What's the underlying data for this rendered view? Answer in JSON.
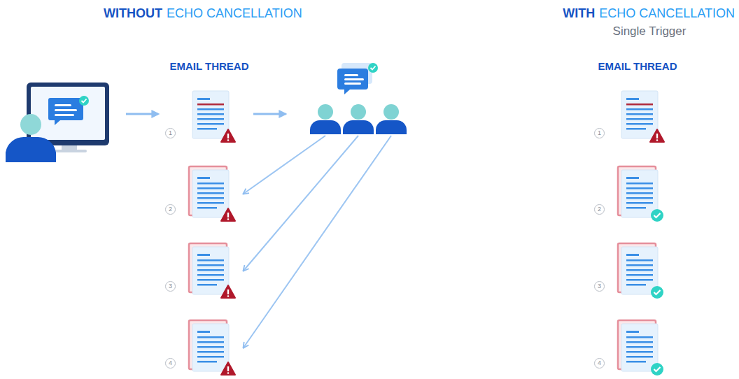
{
  "diagram": {
    "nodes": [
      {
        "text": [
          "1"
        ]
      },
      {
        "text": [
          "2"
        ]
      },
      {
        "text": [
          "3"
        ]
      },
      {
        "text": [
          "4"
        ]
      },
      {
        "text": [
          "1"
        ]
      },
      {
        "text": [
          "2"
        ]
      },
      {
        "text": [
          "3"
        ]
      },
      {
        "text": [
          "4"
        ]
      }
    ],
    "labels": [
      "WITHOUT",
      "ECHO CANCELLATION",
      "EMAIL THREAD",
      "WITH",
      "ECHO CANCELLATION",
      "Single Trigger",
      "EMAIL THREAD"
    ]
  }
}
